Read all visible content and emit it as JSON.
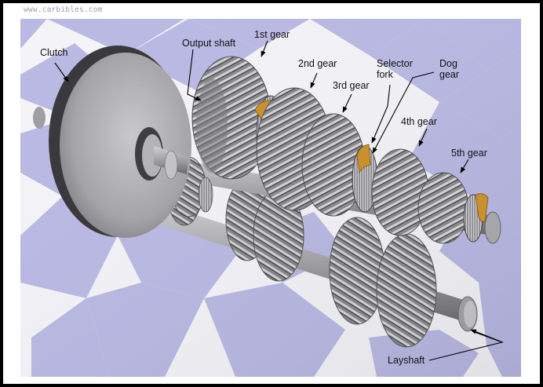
{
  "watermark": "www.carbibles.com",
  "colors": {
    "frame": "#000000",
    "tile_light": "#f4f4f8",
    "tile_purple": "#b9b9e4",
    "metal_light": "#c8c8cc",
    "metal_mid": "#8e8e92",
    "metal_dark": "#4e4e52",
    "clutch_rim": "#3a3a3e",
    "fork_brass": "#c9902e",
    "arrow": "#000000"
  },
  "labels": {
    "clutch": "Clutch",
    "output_shaft": "Output shaft",
    "first_gear": "1st gear",
    "second_gear": "2nd gear",
    "third_gear": "3rd gear",
    "selector_fork_line1": "Selector",
    "selector_fork_line2": "fork",
    "dog_gear_line1": "Dog",
    "dog_gear_line2": "gear",
    "fourth_gear": "4th gear",
    "fifth_gear": "5th gear",
    "layshaft": "Layshaft"
  }
}
